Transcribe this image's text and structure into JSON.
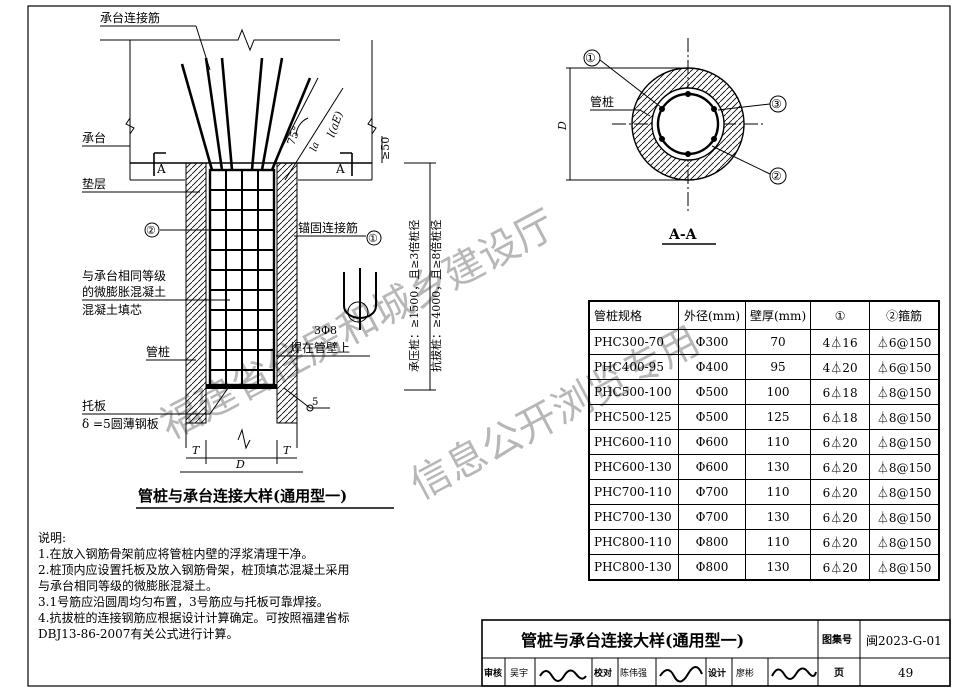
{
  "detail": {
    "title": "管桩与承台连接大样(通用型一)",
    "labels": {
      "rebar_top": "承台连接筋",
      "cap": "承台",
      "cushion": "垫层",
      "circle2_left": "②",
      "fill_1": "与承台相同等级",
      "fill_2": "的微膨胀混凝土",
      "fill_3": "混凝土填芯",
      "pile": "管桩",
      "plate_1": "托板",
      "plate_2": "δ =5圆薄钢板",
      "anchor": "锚固连接筋",
      "circle1": "①",
      "bar3_label": "3Φ8",
      "bar3_weld": "焊在管壁上",
      "angle": "75°",
      "la": "la",
      "lae": "l(aE)",
      "ge50": "≥50",
      "dim_press": "承压桩：≥1500，且≥3倍桩径",
      "dim_pull": "抗拔桩：≥4000，且≥8倍桩径",
      "section_a": "A",
      "dim_T_left": "T",
      "dim_T_right": "T",
      "dim_D": "D",
      "weld_5": "5"
    }
  },
  "section": {
    "title": "A-A",
    "labels": {
      "c1": "①",
      "c3": "③",
      "c2": "②",
      "pile": "管桩",
      "D": "D"
    }
  },
  "table": {
    "headers": [
      "管桩规格",
      "外径(mm)",
      "壁厚(mm)",
      "①",
      "②箍筋"
    ],
    "rows": [
      [
        "PHC300-70",
        "Φ300",
        "70",
        "4⏃16",
        "⏃6@150"
      ],
      [
        "PHC400-95",
        "Φ400",
        "95",
        "4⏃20",
        "⏃6@150"
      ],
      [
        "PHC500-100",
        "Φ500",
        "100",
        "6⏃18",
        "⏃8@150"
      ],
      [
        "PHC500-125",
        "Φ500",
        "125",
        "6⏃18",
        "⏃8@150"
      ],
      [
        "PHC600-110",
        "Φ600",
        "110",
        "6⏃20",
        "⏃8@150"
      ],
      [
        "PHC600-130",
        "Φ600",
        "130",
        "6⏃20",
        "⏃8@150"
      ],
      [
        "PHC700-110",
        "Φ700",
        "110",
        "6⏃20",
        "⏃8@150"
      ],
      [
        "PHC700-130",
        "Φ700",
        "130",
        "6⏃20",
        "⏃8@150"
      ],
      [
        "PHC800-110",
        "Φ800",
        "110",
        "6⏃20",
        "⏃8@150"
      ],
      [
        "PHC800-130",
        "Φ800",
        "130",
        "6⏃20",
        "⏃8@150"
      ]
    ]
  },
  "notes": {
    "heading": "说明:",
    "lines": [
      "1.在放入钢筋骨架前应将管桩内壁的浮浆清理干净。",
      "2.桩顶内应设置托板及放入钢筋骨架，桩顶填芯混凝土采用",
      "   与承台相同等级的微膨胀混凝土。",
      "3.1号筋应沿圆周均匀布置，3号筋应与托板可靠焊接。",
      "4.抗拔桩的连接钢筋应根据设计计算确定。可按照福建省标",
      "   DBJ13-86-2007有关公式进行计算。"
    ]
  },
  "titleblock": {
    "title": "管桩与承台连接大样(通用型一)",
    "atlas_label": "图集号",
    "atlas_no": "闽2023-G-01",
    "row2": [
      "审核",
      "吴宇",
      "",
      "校对",
      "陈伟强",
      "",
      "设计",
      "廖彬",
      "",
      "页"
    ],
    "page": "49"
  },
  "watermark": {
    "line1": "福建省住房和城乡建设厅",
    "line2": "信息公开浏览专用"
  }
}
